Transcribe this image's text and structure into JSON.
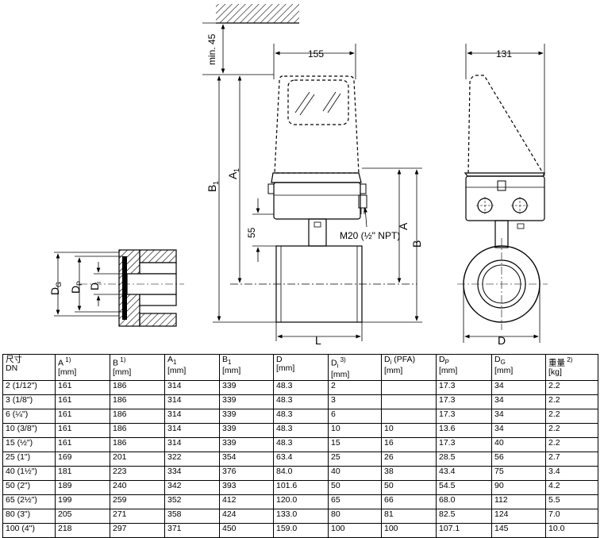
{
  "drawing": {
    "front_width": "155",
    "side_width": "131",
    "min_clearance": "min. 45",
    "cable_gland": "M20 (½\" NPT)",
    "offset_55": "55",
    "labels": {
      "A1": "A",
      "A1_sub": "1",
      "B1": "B",
      "B1_sub": "1",
      "A": "A",
      "B": "B",
      "L": "L",
      "D": "D",
      "DG": "D",
      "DG_sub": "G",
      "DP": "D",
      "DP_sub": "P",
      "Di": "D",
      "Di_sub": "i"
    }
  },
  "table": {
    "headers": [
      {
        "label": "尺寸",
        "sup": "",
        "sub": "",
        "unit": "DN"
      },
      {
        "label": "A",
        "sup": " 1)",
        "sub": "",
        "unit": "[mm]"
      },
      {
        "label": "B",
        "sup": " 1)",
        "sub": "",
        "unit": "[mm]"
      },
      {
        "label": "A",
        "sup": "",
        "sub": "1",
        "unit": "[mm]"
      },
      {
        "label": "B",
        "sup": "",
        "sub": "1",
        "unit": "[mm]"
      },
      {
        "label": "D",
        "sup": "",
        "sub": "",
        "unit": "[mm]"
      },
      {
        "label": "D",
        "sup": " 3)",
        "sub": "i",
        "unit": "[mm]"
      },
      {
        "label": "D",
        "sup": "",
        "sub": "i",
        "suffix": " (PFA)",
        "unit": "[mm]"
      },
      {
        "label": "D",
        "sup": "",
        "sub": "P",
        "unit": "[mm]"
      },
      {
        "label": "D",
        "sup": "",
        "sub": "G",
        "unit": "[mm]"
      },
      {
        "label": "重量",
        "sup": " 2)",
        "sub": "",
        "unit": "[kg]"
      }
    ],
    "rows": [
      [
        "2 (1/12\")",
        "161",
        "186",
        "314",
        "339",
        "48.3",
        "2",
        "",
        "17.3",
        "34",
        "2.2"
      ],
      [
        "3 (1/8\")",
        "161",
        "186",
        "314",
        "339",
        "48.3",
        "3",
        "",
        "17.3",
        "34",
        "2.2"
      ],
      [
        "6 (¼\")",
        "161",
        "186",
        "314",
        "339",
        "48.3",
        "6",
        "",
        "17.3",
        "34",
        "2.2"
      ],
      [
        "10 (3/8\")",
        "161",
        "186",
        "314",
        "339",
        "48.3",
        "10",
        "10",
        "13.6",
        "34",
        "2.2"
      ],
      [
        "15 (½\")",
        "161",
        "186",
        "314",
        "339",
        "48.3",
        "15",
        "16",
        "17.3",
        "40",
        "2.2"
      ],
      [
        "25 (1\")",
        "169",
        "201",
        "322",
        "354",
        "63.4",
        "25",
        "26",
        "28.5",
        "56",
        "2.7"
      ],
      [
        "40 (1½\")",
        "181",
        "223",
        "334",
        "376",
        "84.0",
        "40",
        "38",
        "43.4",
        "75",
        "3.4"
      ],
      [
        "50 (2\")",
        "189",
        "240",
        "342",
        "393",
        "101.6",
        "50",
        "50",
        "54.5",
        "90",
        "4.2"
      ],
      [
        "65 (2½\")",
        "199",
        "259",
        "352",
        "412",
        "120.0",
        "65",
        "66",
        "68.0",
        "112",
        "5.5"
      ],
      [
        "80 (3\")",
        "205",
        "271",
        "358",
        "424",
        "133.0",
        "80",
        "81",
        "82.5",
        "124",
        "7.0"
      ],
      [
        "100 (4\")",
        "218",
        "297",
        "371",
        "450",
        "159.0",
        "100",
        "100",
        "107.1",
        "145",
        "10.0"
      ]
    ]
  }
}
